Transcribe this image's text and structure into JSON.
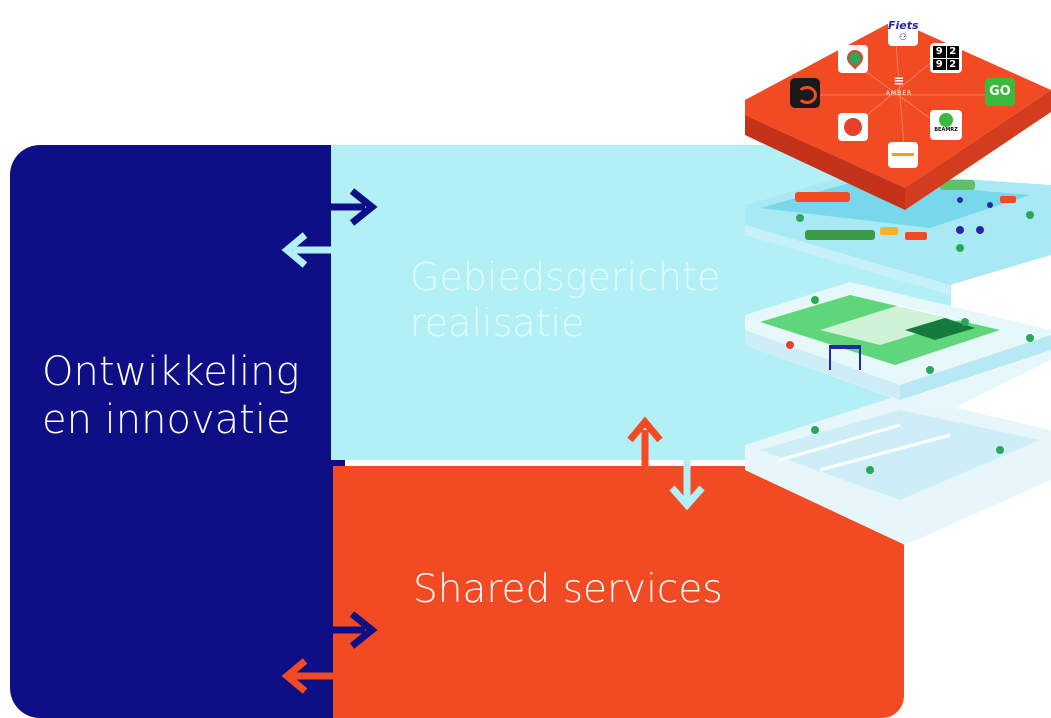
{
  "diagram": {
    "blocks": {
      "development": {
        "label": "Ontwikkeling en innovatie",
        "color": "#0e0f86"
      },
      "area": {
        "label": "Gebiedsgerichte realisatie",
        "color": "#b2f0f6"
      },
      "shared": {
        "label": "Shared services",
        "color": "#f24a22"
      }
    },
    "icons": {
      "fiets": "Fiets",
      "amber": "AMBER",
      "beamrz": "BEAMRZ",
      "digits": [
        "9",
        "2",
        "9",
        "2"
      ],
      "go": "GO"
    }
  }
}
